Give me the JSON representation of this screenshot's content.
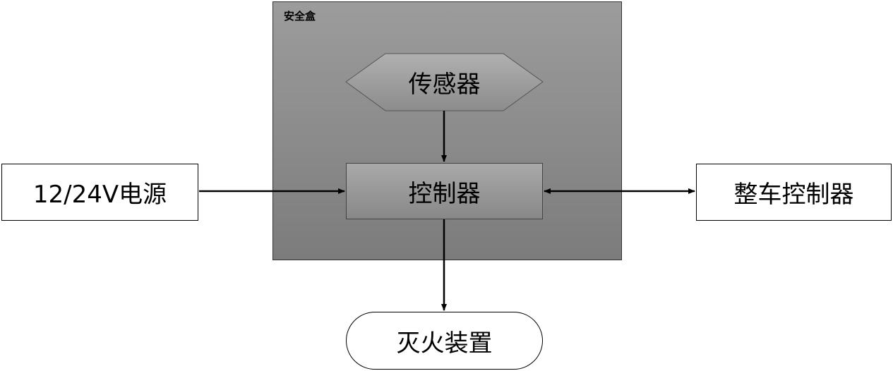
{
  "diagram": {
    "safety_box": {
      "label": "安全盒"
    },
    "sensor": {
      "label": "传感器"
    },
    "controller": {
      "label": "控制器"
    },
    "power": {
      "label": "12/24V电源"
    },
    "vehicle_controller": {
      "label": "整车控制器"
    },
    "extinguisher": {
      "label": "灭火装置"
    }
  }
}
